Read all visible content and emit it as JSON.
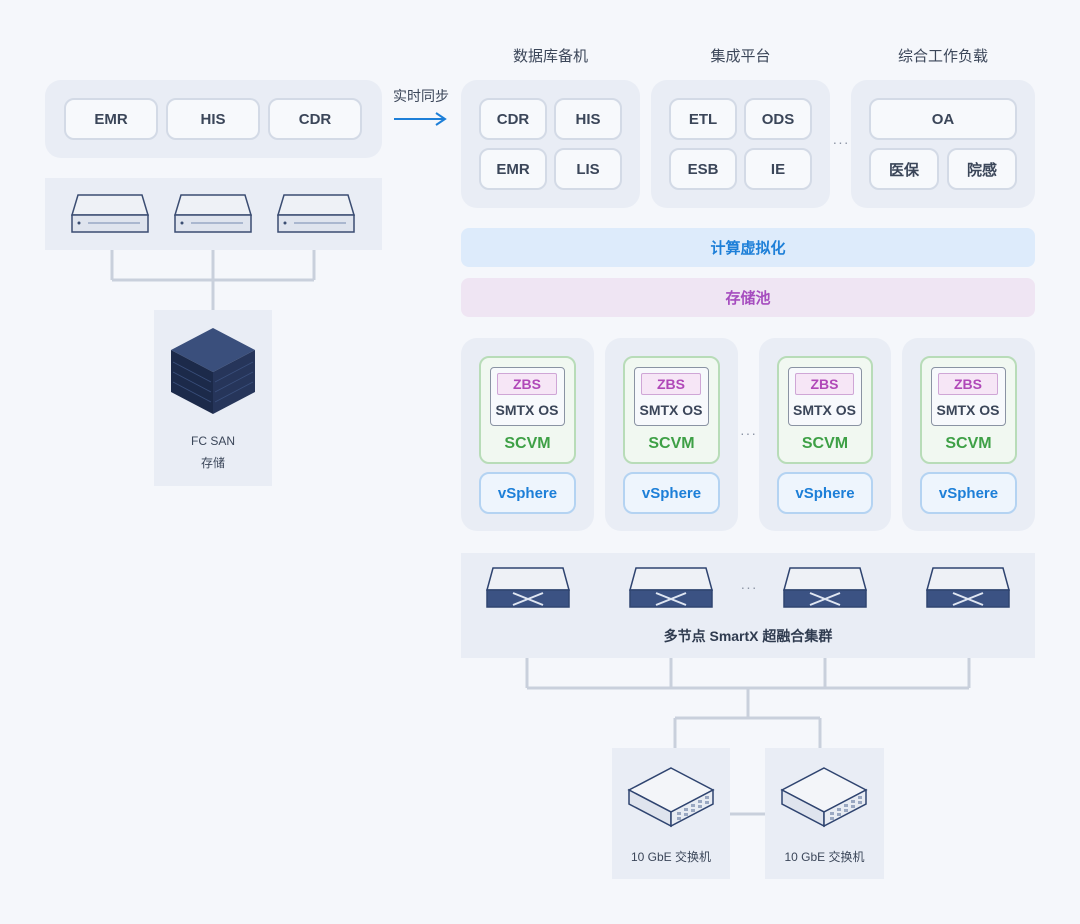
{
  "left": {
    "apps": [
      "EMR",
      "HIS",
      "CDR"
    ],
    "storage_label_line1": "FC SAN",
    "storage_label_line2": "存储"
  },
  "sync_label": "实时同步",
  "columns": {
    "db_backup": {
      "title": "数据库备机",
      "items": [
        "CDR",
        "HIS",
        "EMR",
        "LIS"
      ]
    },
    "integration": {
      "title": "集成平台",
      "items": [
        "ETL",
        "ODS",
        "ESB",
        "IE"
      ]
    },
    "workloads": {
      "title": "综合工作负载",
      "items": [
        "OA",
        "医保",
        "院感"
      ]
    }
  },
  "ellipsis": "···",
  "compute_virtualization": "计算虚拟化",
  "storage_pool": "存储池",
  "node": {
    "zbs": "ZBS",
    "os": "SMTX OS",
    "scvm": "SCVM",
    "hypervisor": "vSphere"
  },
  "cluster_label": "多节点 SmartX 超融合集群",
  "switches": [
    "10 GbE 交换机",
    "10 GbE 交换机"
  ],
  "colors": {
    "background": "#f5f7fb",
    "compute_band": "#ddebfb",
    "compute_text": "#1d7fd8",
    "storage_band": "#efe5f3",
    "storage_text": "#a64dbf",
    "scvm_green": "#3ea046",
    "zbs_purple": "#b048b8",
    "arrow_blue": "#1d7fd8"
  },
  "icons": [
    "server-icon",
    "storage-cube-icon",
    "arrow-right-icon",
    "rack-server-icon",
    "network-switch-icon"
  ]
}
